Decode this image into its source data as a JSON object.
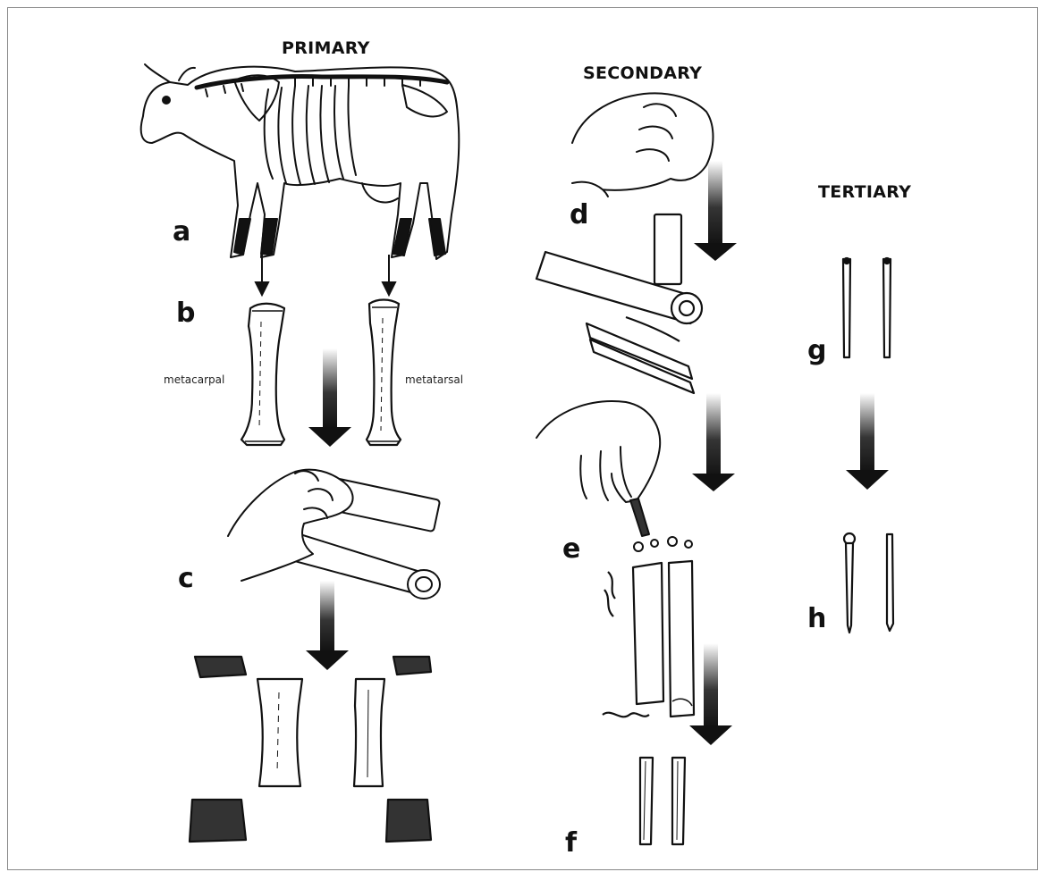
{
  "stages": {
    "primary": "PRIMARY",
    "secondary": "SECONDARY",
    "tertiary": "TERTIARY"
  },
  "step_letters": {
    "a": "a",
    "b": "b",
    "c": "c",
    "d": "d",
    "e": "e",
    "f": "f",
    "g": "g",
    "h": "h"
  },
  "bone_labels": {
    "left": "metacarpal",
    "right": "metatarsal"
  },
  "colors": {
    "ink": "#111111",
    "paper": "#ffffff",
    "frame": "#888888"
  }
}
